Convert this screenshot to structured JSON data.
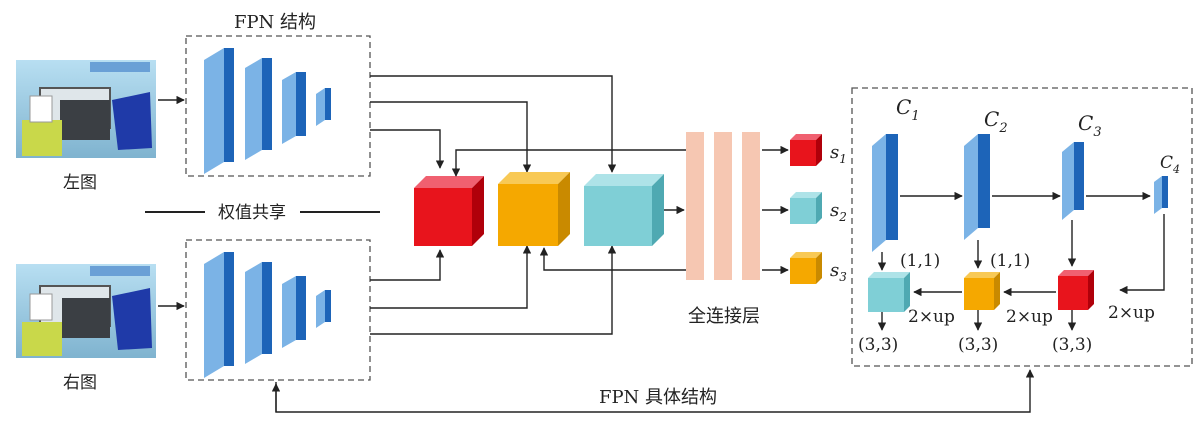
{
  "labels": {
    "fpn_title": "FPN 结构",
    "left_image": "左图",
    "right_image": "右图",
    "weight_sharing": "权值共享",
    "fc_layer": "全连接层",
    "fpn_detail": "FPN 具体结构",
    "s1": "s",
    "s1_sub": "1",
    "s2": "s",
    "s2_sub": "2",
    "s3": "s",
    "s3_sub": "3",
    "c1": "C",
    "c1_sub": "1",
    "c2": "C",
    "c2_sub": "2",
    "c3": "C",
    "c3_sub": "3",
    "c4": "C",
    "c4_sub": "4",
    "k11_a": "(1,1)",
    "k11_b": "(1,1)",
    "up_a": "2×up",
    "up_b": "2×up",
    "up_c": "2×up",
    "k33_a": "(3,3)",
    "k33_b": "(3,3)",
    "k33_c": "(3,3)"
  },
  "colors": {
    "red": "#e8141c",
    "orange": "#f5a800",
    "cyan": "#7fcfd6",
    "blue": "#2a6fc0",
    "fc": "#f6c7b2"
  }
}
